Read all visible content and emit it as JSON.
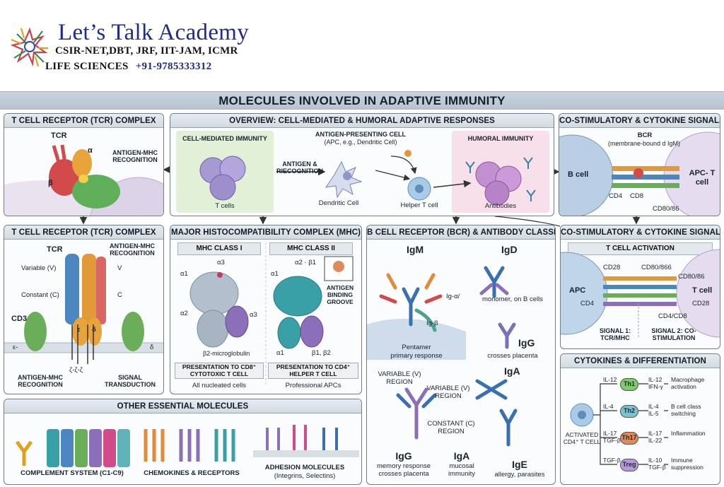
{
  "header": {
    "brand": "Let’s Talk Academy",
    "tagline1": "CSIR-NET,DBT, JRF, IIT-JAM, ICMR",
    "tagline2": "LIFE SCIENCES",
    "phone": "+91-9785333312",
    "logo_icon": "academy-logo-icon"
  },
  "title": "MOLECULES INVOLVED IN ADAPTIVE IMMUNITY",
  "tcr_top": {
    "header": "T CELL RECEPTOR (TCR) COMPLEX",
    "tcr": "TCR",
    "alpha": "α",
    "beta": "β",
    "recog": "ANTIGEN-MHC RECOGNITION"
  },
  "overview": {
    "header": "OVERVIEW: CELL-MEDIATED & HUMORAL ADAPTIVE RESPONSES",
    "cmi": "CELL-MEDIATED IMMUNITY",
    "tcells": "T cells",
    "antigen": "ANTIGEN & RIECOGNITION",
    "apc": "ANTIGEN-PRESENTING CELL",
    "apc_sub": "(APC, e.g., Dendritic Cell)",
    "dendritic": "Dendritic Cell",
    "helper": "Helper T cell",
    "humoral": "HUMORAL IMMUNITY",
    "antibodies": "Antibodies"
  },
  "costim_top": {
    "header": "CO-STIMULATORY & CYTOKINE SIGNALS",
    "bcr": "BCR",
    "bcr_sub": "(membrane-bound d IgM)",
    "bcell": "B cell",
    "apc_t": "APC- T cell",
    "cd4": "CD4",
    "cd8": "CD8",
    "cd80": "CD80/86"
  },
  "tcr_detail": {
    "header": "T CELL RECEPTOR (TCR) COMPLEX",
    "tcr": "TCR",
    "recog_top": "ANTIGEN-MHC RECOGNITION",
    "variable": "Variable (V)",
    "constant": "Constant (C)",
    "v": "V",
    "c": "C",
    "cd3": "CD3",
    "epsilon": "ε",
    "delta": "δ",
    "epsilon2": "ε",
    "delta2": "δ",
    "eps_left": "ε-",
    "delta_right": "δ",
    "zeta": "ζ-ζ-ζ",
    "recog_bottom": "ANTIGEN-MHC RECOGNITION",
    "signal": "SIGNAL TRANSDUCTION"
  },
  "mhc": {
    "header": "MAJOR HISTOCOMPATIBILITY COMPLEX (MHC)",
    "class1": "MHC CLASS I",
    "class2": "MHC CLASS II",
    "a1": "α1",
    "a2": "α2",
    "a3": "α3",
    "a3b": "α3",
    "b2m": "β2-microglobulin",
    "c2_a1": "α1",
    "c2_a2b1": "α2 · β1",
    "c2_a1b": "α1",
    "c2_b": "β1, β2",
    "groove": "ANTIGEN BINDING GROOVE",
    "pres1": "PRESENTATION TO CD8⁺ CYTOTOXIC T CELL",
    "pres1_sub": "All nucleated cells",
    "pres2": "PRESENTATION TO CD4⁺ HELPER T CELL",
    "pres2_sub": "Professional APCs"
  },
  "bcr": {
    "header": "B CELL RECEPTOR (BCR) & ANTIBODY CLASSES",
    "igm": "IgM",
    "iga_beta_a": "Ig-α/",
    "iga_beta_b": "Ig-β",
    "pentamer": "Pentamer",
    "primary": "primary response",
    "igd": "IgD",
    "monomer": "monomer, on B cells",
    "igg_top": "IgG",
    "crosses": "crosses placenta",
    "var_left": "VARIABLE (V) REGION",
    "var_right": "VARIABLE (V) REGION",
    "const": "CONSTANT (C) REGION",
    "igg": "IgG",
    "igg_sub": "memory response crosses placenta",
    "iga": "IgA",
    "iga_top": "IgA",
    "iga_sub": "mucosal immunity",
    "ige": "IgE",
    "ige_sub": "allergy, parasites"
  },
  "tact": {
    "header": "CO-STIMULATORY & CYTOKINE SIGNALS",
    "sub": "T CELL ACTIVATION",
    "apc": "APC",
    "tcell": "T cell",
    "cd28": "CD28",
    "cd80": "CD80/866",
    "cd80b": "CD80/86",
    "cd4": "CD4",
    "cd28b": "CD28",
    "cd4cd8": "CD4/CD8",
    "sig1": "SIGNAL 1: TCR/MHC",
    "sig2": "SIGNAL 2: CO-STIMULATION"
  },
  "cyto": {
    "header": "CYTOKINES & DIFFERENTIATION",
    "activated": "ACTIVATED CD4⁺ T CELL",
    "rows": [
      {
        "in": "IL-12",
        "cell": "Th1",
        "out": "IL-12 IFN-γ",
        "fx": "Macrophage activation",
        "color": "#7ecb6a"
      },
      {
        "in": "IL-4",
        "cell": "Th2",
        "out": "IL-4 IL-5",
        "fx": "B cell class switching",
        "color": "#79c2cf"
      },
      {
        "in": "IL-17 TGF-β",
        "cell": "Th17",
        "out": "IL-17 IL-22",
        "fx": "Inflammation",
        "color": "#e08a5a"
      },
      {
        "in": "TGF-β",
        "cell": "Treg",
        "out": "IL-10 TGF-β",
        "fx": "Immune suppression",
        "color": "#b49ad8"
      }
    ]
  },
  "other": {
    "header": "OTHER ESSENTIAL MOLECULES",
    "complement": "COMPLEMENT SYSTEM (C1-C9)",
    "chemo": "CHEMOKINES & RECEPTORS",
    "adhesion": "ADHESION MOLECULES",
    "adhesion_sub": "(Integrins, Selectins)"
  }
}
